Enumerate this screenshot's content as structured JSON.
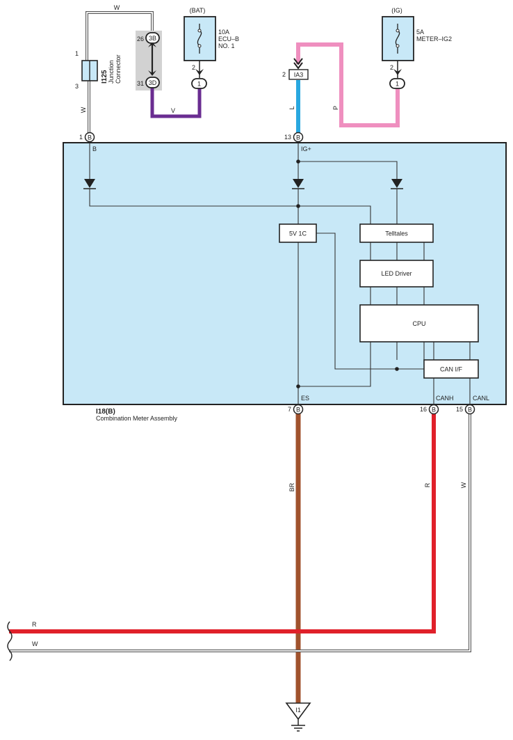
{
  "colors": {
    "board_fill": "#c8e8f7",
    "wire_white": "#ffffff",
    "wire_violet": "#6a2d91",
    "wire_pink": "#ef8fbf",
    "wire_blue": "#29a8e0",
    "wire_brown": "#a0522d",
    "wire_red": "#e0202a",
    "outline": "#222222"
  },
  "top": {
    "junction_connector": {
      "id": "I125",
      "desc_1": "Junction",
      "desc_2": "Connector",
      "pin_top": "1",
      "pin_bottom": "3"
    },
    "splice": {
      "pin_a": "26",
      "conn_a": "3B",
      "pin_b": "31",
      "conn_b": "3D"
    },
    "bat_fuse": {
      "source": "(BAT)",
      "rating": "10A",
      "name_1": "ECU–B",
      "name_2": "NO. 1",
      "pin": "2",
      "conn": "1"
    },
    "ig_fuse": {
      "source": "(IG)",
      "rating": "5A",
      "name": "METER–IG2",
      "pin": "2",
      "conn": "1"
    },
    "ia3": {
      "pin": "2",
      "conn": "IA3"
    }
  },
  "wires": {
    "w_top": "W",
    "w_left": "W",
    "violet": "V",
    "blue": "L",
    "pink": "P",
    "brown": "BR",
    "red": "R",
    "white_right": "W",
    "bottom_red": "R",
    "bottom_white": "W"
  },
  "meter": {
    "pins": [
      {
        "num": "1",
        "conn": "B",
        "label": "B"
      },
      {
        "num": "13",
        "conn": "B",
        "label": "IG+"
      },
      {
        "num": "7",
        "conn": "B",
        "label": "ES"
      },
      {
        "num": "16",
        "conn": "B",
        "label": "CANH"
      },
      {
        "num": "15",
        "conn": "B",
        "label": "CANL"
      }
    ],
    "blocks": {
      "regulator": "5V 1C",
      "telltales": "Telltales",
      "led_driver": "LED Driver",
      "cpu": "CPU",
      "can_if": "CAN I/F"
    },
    "id": "I18(B)",
    "name": "Combination Meter Assembly"
  },
  "ground": {
    "label": "I1"
  }
}
